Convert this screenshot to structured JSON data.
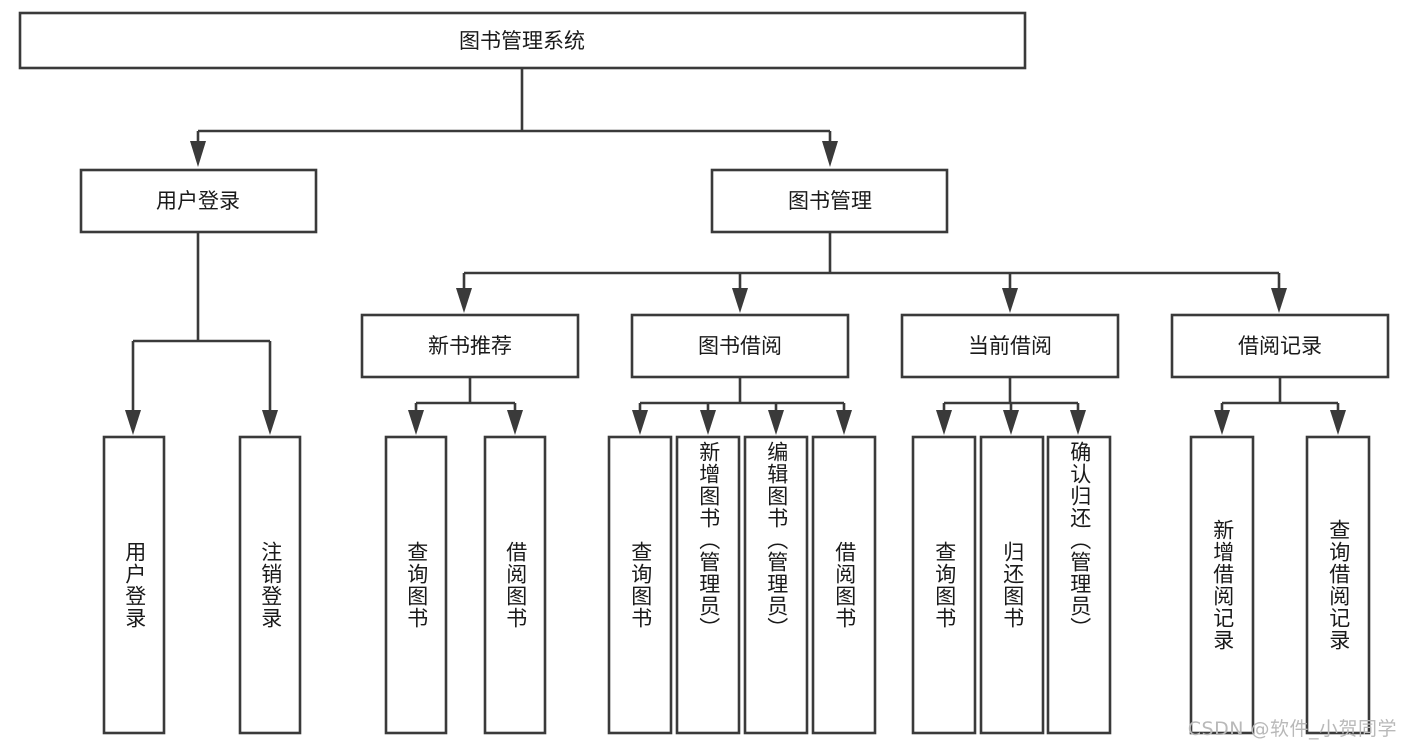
{
  "diagram": {
    "type": "tree-hierarchy",
    "title": "图书管理系统",
    "watermark": "CSDN @软件_小贺同学",
    "colors": {
      "box_stroke": "#3a3a3a",
      "box_fill": "#ffffff",
      "text": "#1a1a1a",
      "background": "#ffffff",
      "watermark": "#b9b9b9"
    },
    "root": {
      "label": "图书管理系统",
      "level": 0
    },
    "level2": [
      {
        "label": "用户登录"
      },
      {
        "label": "图书管理"
      }
    ],
    "level3": [
      {
        "label": "新书推荐"
      },
      {
        "label": "图书借阅"
      },
      {
        "label": "当前借阅"
      },
      {
        "label": "借阅记录"
      }
    ],
    "leaves": {
      "user_login": [
        "用户登录",
        "注销登录"
      ],
      "new_book_recommend": [
        "查询图书",
        "借阅图书"
      ],
      "book_borrow": [
        "查询图书",
        "新增图书（管理员）",
        "编辑图书（管理员）",
        "借阅图书"
      ],
      "current_borrow": [
        "查询图书",
        "归还图书",
        "确认归还（管理员）"
      ],
      "borrow_record": [
        "新增借阅记录",
        "查询借阅记录"
      ]
    },
    "edges": [
      {
        "from": "图书管理系统",
        "to": "用户登录"
      },
      {
        "from": "图书管理系统",
        "to": "图书管理"
      },
      {
        "from": "图书管理",
        "to": "新书推荐"
      },
      {
        "from": "图书管理",
        "to": "图书借阅"
      },
      {
        "from": "图书管理",
        "to": "当前借阅"
      },
      {
        "from": "图书管理",
        "to": "借阅记录"
      },
      {
        "from": "用户登录",
        "to": "用户登录"
      },
      {
        "from": "用户登录",
        "to": "注销登录"
      },
      {
        "from": "新书推荐",
        "to": "查询图书"
      },
      {
        "from": "新书推荐",
        "to": "借阅图书"
      },
      {
        "from": "图书借阅",
        "to": "查询图书"
      },
      {
        "from": "图书借阅",
        "to": "新增图书（管理员）"
      },
      {
        "from": "图书借阅",
        "to": "编辑图书（管理员）"
      },
      {
        "from": "图书借阅",
        "to": "借阅图书"
      },
      {
        "from": "当前借阅",
        "to": "查询图书"
      },
      {
        "from": "当前借阅",
        "to": "归还图书"
      },
      {
        "from": "当前借阅",
        "to": "确认归还（管理员）"
      },
      {
        "from": "借阅记录",
        "to": "新增借阅记录"
      },
      {
        "from": "借阅记录",
        "to": "查询借阅记录"
      }
    ]
  }
}
